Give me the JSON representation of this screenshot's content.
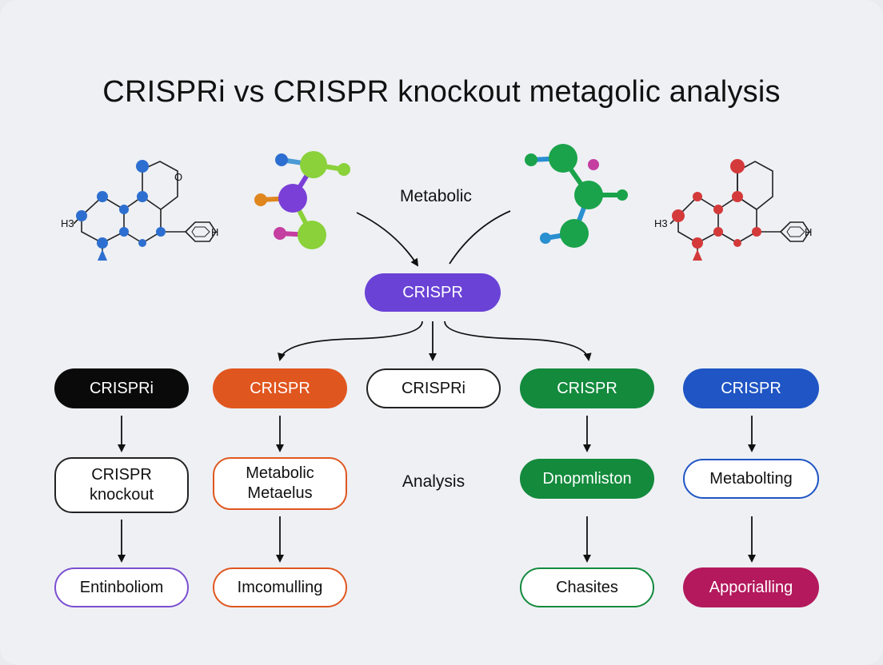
{
  "title": "CRISPRi vs CRISPR knockout metagolic analysis",
  "top_label": "Metabolic",
  "center": {
    "label": "CRISPR",
    "color": "#6a42d6"
  },
  "columns": [
    {
      "top": {
        "label": "CRISPRi",
        "style": "filled",
        "color": "#0a0a0a"
      },
      "mid": {
        "label": "CRISPR knockout",
        "style": "outline",
        "color": "#222222"
      },
      "bottom": {
        "label": "Entinboliom",
        "style": "outline",
        "color": "#7b4fcf"
      }
    },
    {
      "top": {
        "label": "CRISPR",
        "style": "filled",
        "color": "#e0561f"
      },
      "mid": {
        "label": "Metabolic Metaelus",
        "style": "outline",
        "color": "#e0561f"
      },
      "bottom": {
        "label": "Imcomulling",
        "style": "outline",
        "color": "#e0561f"
      }
    },
    {
      "top": {
        "label": "CRISPRi",
        "style": "outline",
        "color": "#222222"
      },
      "mid_text": "Analysis"
    },
    {
      "top": {
        "label": "CRISPR",
        "style": "filled",
        "color": "#138a3c"
      },
      "mid": {
        "label": "Dnopmliston",
        "style": "filled",
        "color": "#138a3c"
      },
      "bottom": {
        "label": "Chasites",
        "style": "outline",
        "color": "#138a3c"
      }
    },
    {
      "top": {
        "label": "CRISPR",
        "style": "filled",
        "color": "#1f55c4"
      },
      "mid": {
        "label": "Metabolting",
        "style": "outline",
        "color": "#1f55c4"
      },
      "bottom": {
        "label": "Apporialling",
        "style": "filled",
        "color": "#b3195c"
      }
    }
  ],
  "molecules": [
    {
      "name": "blue-structure",
      "color": "#2d6fd0",
      "labels": {
        "left": "H3",
        "right": "H",
        "ring": "O"
      }
    },
    {
      "name": "ball-stick-purple-green",
      "colors": [
        "#7a3fd6",
        "#8ad13a",
        "#e0861f",
        "#c43fa0",
        "#2d6fd0"
      ]
    },
    {
      "name": "ball-stick-green",
      "colors": [
        "#1aa34a",
        "#2a8fd0",
        "#c43fa0"
      ]
    },
    {
      "name": "red-structure",
      "color": "#d43a3a",
      "labels": {
        "left": "H3",
        "right": "H"
      }
    }
  ]
}
